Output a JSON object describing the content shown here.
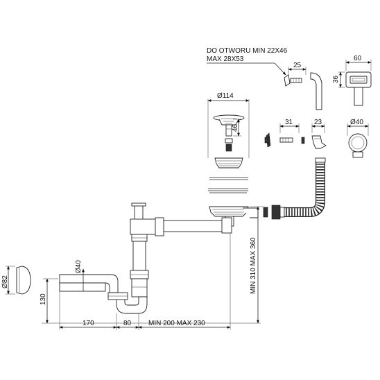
{
  "note": {
    "line1": "DO OTWORU MIN 22X46",
    "line2": "MAX 28X53"
  },
  "dimensions": {
    "top_width_25": "25",
    "top_width_60": "60",
    "top_height_36": "36",
    "strainer_diameter": "Ø114",
    "strainer_height": "46",
    "overflow_31": "31",
    "overflow_23": "23",
    "overflow_diameter": "Ø40",
    "cap_diameter": "Ø82",
    "pipe_diameter": "Ø40",
    "height_130": "130",
    "width_170": "170",
    "width_80": "80",
    "width_range": "MIN 200 MAX 230",
    "height_range": "MIN 310 MAX 360"
  }
}
